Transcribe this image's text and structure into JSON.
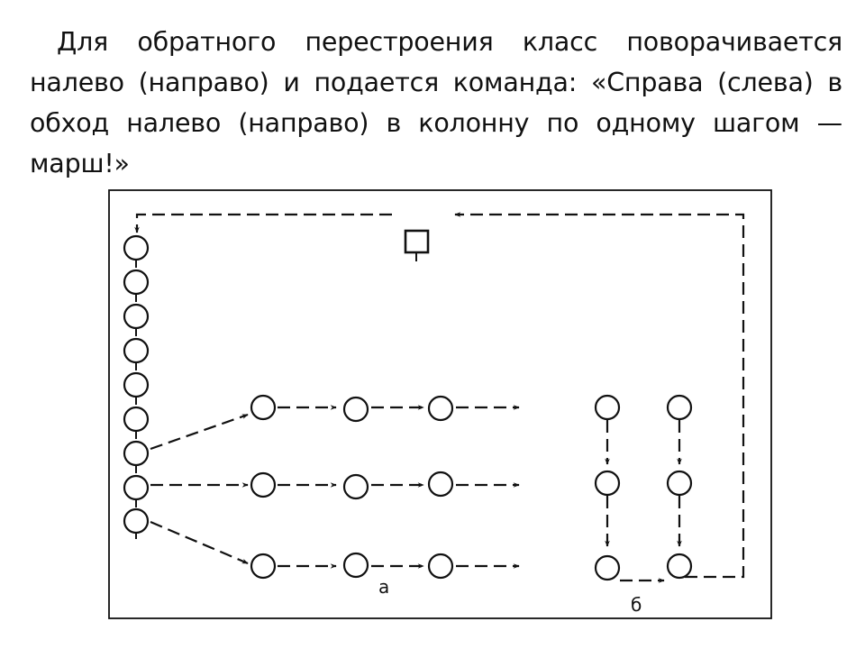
{
  "slide": {
    "paragraph": "Для обратного перестроения класс поворачивается налево (направо) и подается команда: «Справа (слева) в обход налево (направо) в колонну по одному шагом — марш!»"
  },
  "diagram": {
    "label_a": "а",
    "label_b": "б",
    "stroke_color": "#111111"
  }
}
